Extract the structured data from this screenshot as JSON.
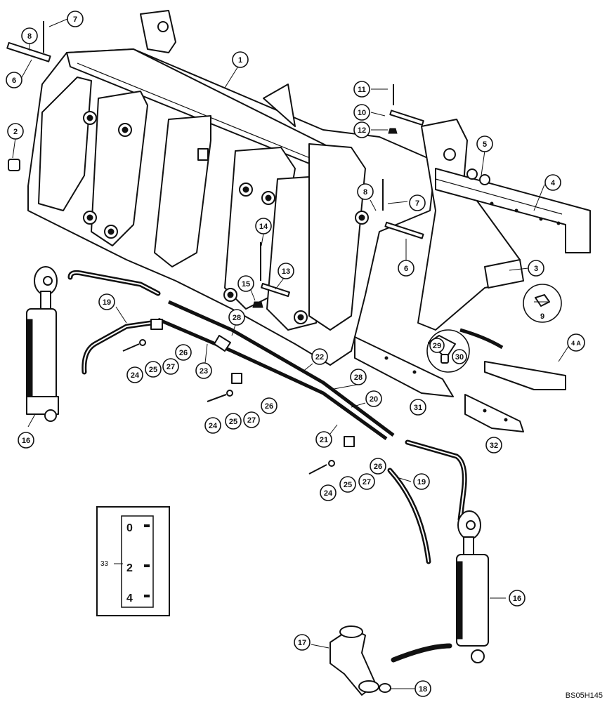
{
  "figure_ref": "BS05H145",
  "callouts": [
    {
      "label": "1"
    },
    {
      "label": "2"
    },
    {
      "label": "3"
    },
    {
      "label": "4"
    },
    {
      "label": "4 A"
    },
    {
      "label": "5"
    },
    {
      "label": "6"
    },
    {
      "label": "6"
    },
    {
      "label": "7"
    },
    {
      "label": "7"
    },
    {
      "label": "8"
    },
    {
      "label": "8"
    },
    {
      "label": "9"
    },
    {
      "label": "10"
    },
    {
      "label": "11"
    },
    {
      "label": "12"
    },
    {
      "label": "13"
    },
    {
      "label": "14"
    },
    {
      "label": "15"
    },
    {
      "label": "16"
    },
    {
      "label": "16"
    },
    {
      "label": "17"
    },
    {
      "label": "18"
    },
    {
      "label": "19"
    },
    {
      "label": "19"
    },
    {
      "label": "20"
    },
    {
      "label": "21"
    },
    {
      "label": "22"
    },
    {
      "label": "23"
    },
    {
      "label": "24"
    },
    {
      "label": "24"
    },
    {
      "label": "24"
    },
    {
      "label": "25"
    },
    {
      "label": "25"
    },
    {
      "label": "25"
    },
    {
      "label": "26"
    },
    {
      "label": "26"
    },
    {
      "label": "26"
    },
    {
      "label": "27"
    },
    {
      "label": "27"
    },
    {
      "label": "27"
    },
    {
      "label": "28"
    },
    {
      "label": "28"
    },
    {
      "label": "29"
    },
    {
      "label": "30"
    },
    {
      "label": "31"
    },
    {
      "label": "32"
    }
  ],
  "gauge": {
    "callout": "33",
    "marks": [
      "0",
      "2",
      "4"
    ]
  }
}
